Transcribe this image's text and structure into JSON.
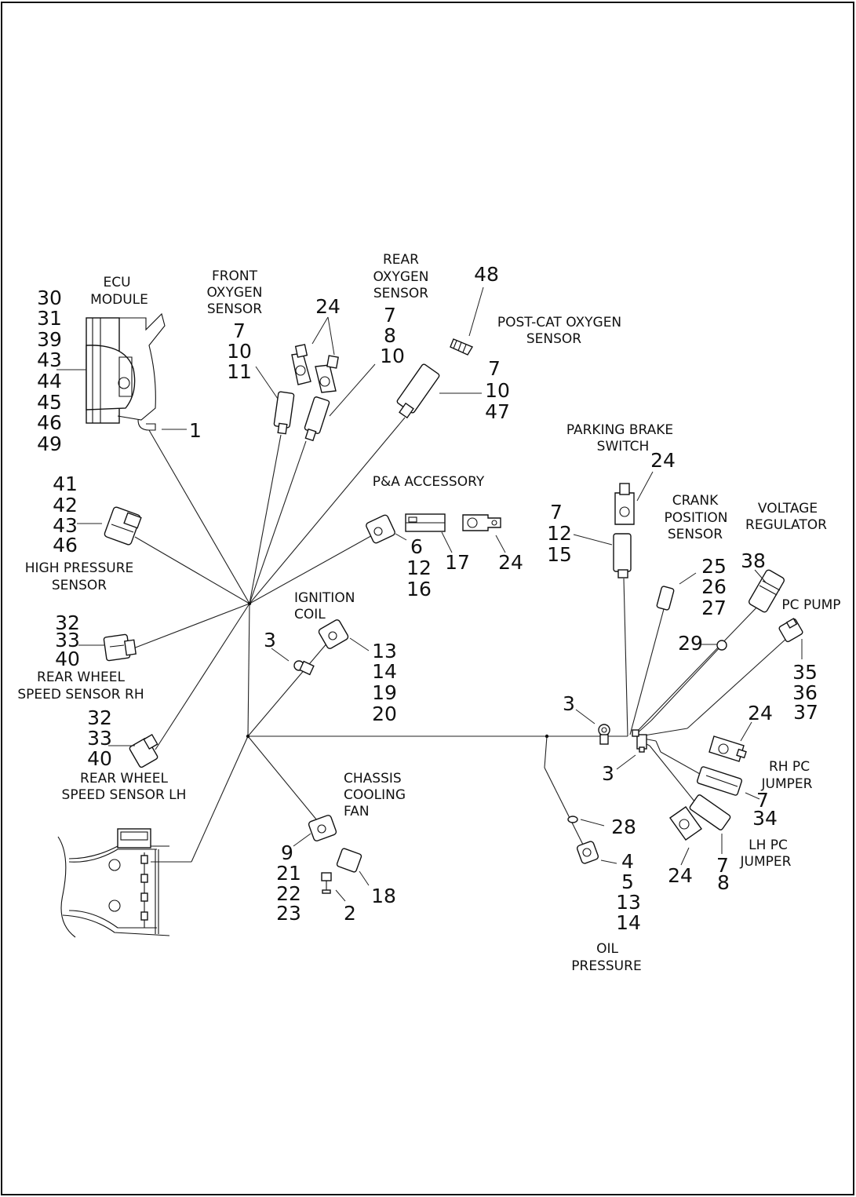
{
  "labels": {
    "ecu_module": [
      "ECU",
      "MODULE"
    ],
    "front_oxygen_sensor": [
      "FRONT",
      "OXYGEN",
      "SENSOR"
    ],
    "rear_oxygen_sensor": [
      "REAR",
      "OXYGEN",
      "SENSOR"
    ],
    "post_cat_oxygen_sensor": [
      "POST-CAT OXYGEN",
      "SENSOR"
    ],
    "parking_brake_switch": [
      "PARKING BRAKE",
      "SWITCH"
    ],
    "pa_accessory": [
      "P&A ACCESSORY"
    ],
    "crank_position_sensor": [
      "CRANK",
      "POSITION",
      "SENSOR"
    ],
    "voltage_regulator": [
      "VOLTAGE",
      "REGULATOR"
    ],
    "pc_pump": [
      "PC PUMP"
    ],
    "high_pressure_sensor": [
      "HIGH PRESSURE",
      "SENSOR"
    ],
    "ignition_coil": [
      "IGNITION",
      "COIL"
    ],
    "rear_wheel_speed_sensor_rh": [
      "REAR WHEEL",
      "SPEED SENSOR RH"
    ],
    "rear_wheel_speed_sensor_lh": [
      "REAR WHEEL",
      "SPEED SENSOR LH"
    ],
    "chassis_cooling_fan": [
      "CHASSIS",
      "COOLING",
      "FAN"
    ],
    "rh_pc_jumper": [
      "RH PC",
      "JUMPER"
    ],
    "lh_pc_jumper": [
      "LH PC",
      "JUMPER"
    ],
    "oil_pressure": [
      "OIL",
      "PRESSURE"
    ]
  },
  "callouts": {
    "ecu_module": [
      "30",
      "31",
      "39",
      "43",
      "44",
      "45",
      "46",
      "49"
    ],
    "ecu_connector": [
      "1"
    ],
    "front_oxygen_sensor": [
      "7",
      "10",
      "11"
    ],
    "oxygen_sensor_clips": [
      "24"
    ],
    "rear_oxygen_sensor": [
      "7",
      "8",
      "10"
    ],
    "post_cat_cap": [
      "48"
    ],
    "post_cat_oxygen_sensor": [
      "7",
      "10",
      "47"
    ],
    "parking_brake_clip": [
      "24"
    ],
    "parking_brake_switch": [
      "7",
      "12",
      "15"
    ],
    "pa_accessory_connector": [
      "6",
      "12",
      "16"
    ],
    "pa_accessory_cap": [
      "17"
    ],
    "pa_accessory_clip": [
      "24"
    ],
    "crank_position_sensor": [
      "25",
      "26",
      "27"
    ],
    "voltage_regulator": [
      "38"
    ],
    "voltage_regulator_ring": [
      "29"
    ],
    "pc_pump": [
      "35",
      "36",
      "37"
    ],
    "high_pressure_sensor": [
      "41",
      "42",
      "43",
      "46"
    ],
    "ignition_coil_ground": [
      "3"
    ],
    "ignition_coil": [
      "13",
      "14",
      "19",
      "20"
    ],
    "rear_wheel_speed_sensor_rh": [
      "32",
      "33",
      "40"
    ],
    "rear_wheel_speed_sensor_lh": [
      "32",
      "33",
      "40"
    ],
    "ground_upper": [
      "3"
    ],
    "ground_lower": [
      "3"
    ],
    "rh_pc_jumper_clip": [
      "24"
    ],
    "rh_pc_jumper": [
      "7",
      "34"
    ],
    "lh_pc_jumper_clip": [
      "24"
    ],
    "lh_pc_jumper": [
      "7",
      "8"
    ],
    "oil_pressure_clamp": [
      "28"
    ],
    "oil_pressure": [
      "4",
      "5",
      "13",
      "14"
    ],
    "chassis_cooling_fan": [
      "9",
      "21",
      "22",
      "23"
    ],
    "fan_fastener": [
      "2"
    ],
    "fan_cap": [
      "18"
    ]
  }
}
